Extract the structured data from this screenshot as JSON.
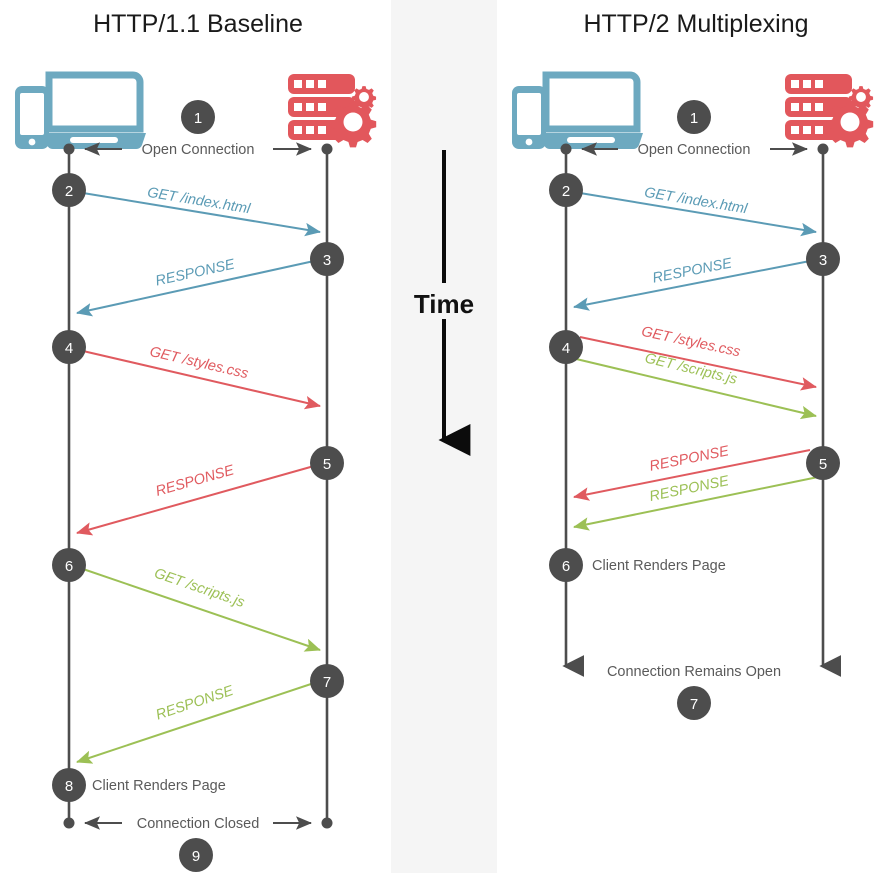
{
  "diagram": {
    "title_left": "HTTP/1.1 Baseline",
    "title_right": "HTTP/2 Multiplexing",
    "time_axis_label": "Time",
    "colors": {
      "client_icon": "#6da9c0",
      "server_icon": "#e2575c",
      "step_circle": "#4d4d4d",
      "lifeline": "#4d4d4d",
      "msg_blue": "#5b9bb5",
      "msg_red": "#e05a5f",
      "msg_green": "#9cc055",
      "band": "#f5f5f5",
      "label_text": "#5a5a5a",
      "title_text": "#1a1a1a"
    }
  },
  "left_panel": {
    "name": "HTTP/1.1 Baseline",
    "client_icon": "devices-icon",
    "server_icon": "server-gears-icon",
    "steps": [
      {
        "num": "1",
        "label": "Open Connection",
        "kind": "handshake"
      },
      {
        "num": "2",
        "label": "GET /index.html",
        "kind": "request",
        "color": "blue",
        "direction": "client-to-server"
      },
      {
        "num": "3",
        "label": "RESPONSE",
        "kind": "response",
        "color": "blue",
        "direction": "server-to-client"
      },
      {
        "num": "4",
        "label": "GET /styles.css",
        "kind": "request",
        "color": "red",
        "direction": "client-to-server"
      },
      {
        "num": "5",
        "label": "RESPONSE",
        "kind": "response",
        "color": "red",
        "direction": "server-to-client"
      },
      {
        "num": "6",
        "label": "GET /scripts.js",
        "kind": "request",
        "color": "green",
        "direction": "client-to-server"
      },
      {
        "num": "7",
        "label": "RESPONSE",
        "kind": "response",
        "color": "green",
        "direction": "server-to-client"
      },
      {
        "num": "8",
        "label": "Client Renders Page",
        "kind": "note"
      },
      {
        "num": "9",
        "label": "Connection Closed",
        "kind": "handshake"
      }
    ]
  },
  "right_panel": {
    "name": "HTTP/2 Multiplexing",
    "client_icon": "devices-icon",
    "server_icon": "server-gears-icon",
    "steps": [
      {
        "num": "1",
        "label": "Open Connection",
        "kind": "handshake"
      },
      {
        "num": "2",
        "label": "GET /index.html",
        "kind": "request",
        "color": "blue",
        "direction": "client-to-server"
      },
      {
        "num": "3",
        "label": "RESPONSE",
        "kind": "response",
        "color": "blue",
        "direction": "server-to-client"
      },
      {
        "num": "4",
        "label": "GET /styles.css",
        "label2": "GET /scripts.js",
        "kind": "request-pair",
        "color": "red",
        "color2": "green",
        "direction": "client-to-server"
      },
      {
        "num": "5",
        "label": "RESPONSE",
        "label2": "RESPONSE",
        "kind": "response-pair",
        "color": "red",
        "color2": "green",
        "direction": "server-to-client"
      },
      {
        "num": "6",
        "label": "Client Renders Page",
        "kind": "note"
      },
      {
        "num": "7",
        "label": "Connection Remains Open",
        "kind": "note"
      }
    ]
  }
}
